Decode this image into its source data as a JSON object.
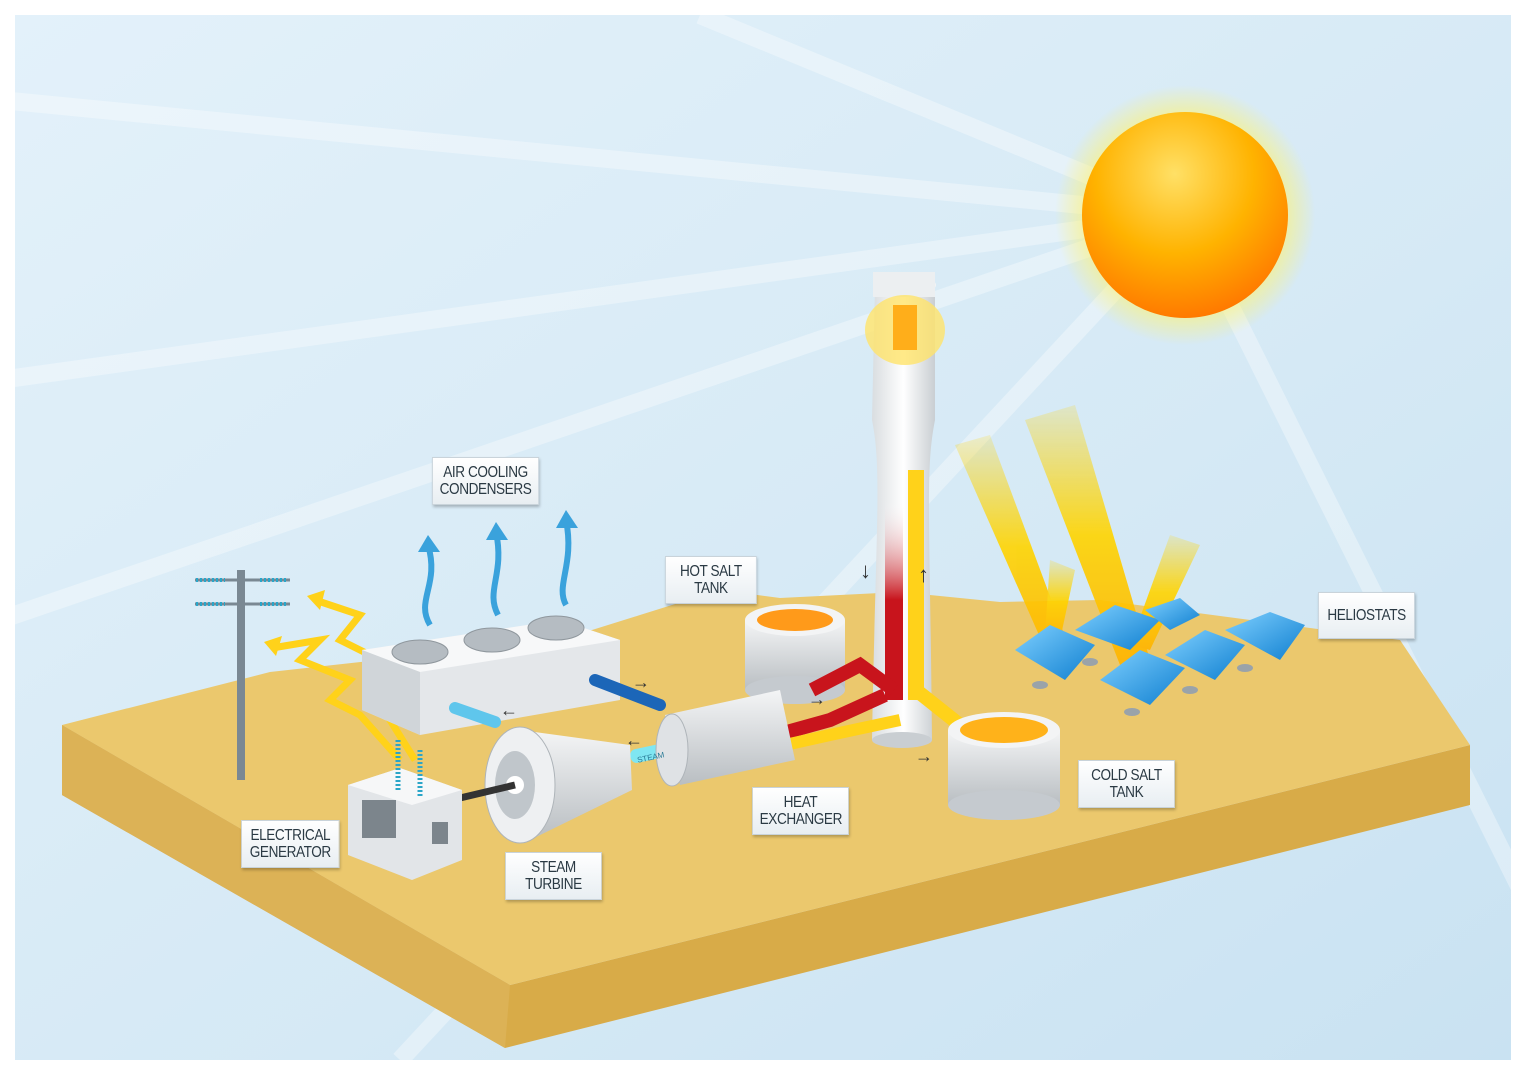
{
  "title": "Concentrated solar power tower plant with molten salt storage",
  "labels": {
    "air_cooling": [
      "AIR COOLING",
      "CONDENSERS"
    ],
    "hot_salt": [
      "HOT SALT",
      "TANK"
    ],
    "heliostats": [
      "HELIOSTATS"
    ],
    "cold_salt": [
      "COLD SALT",
      "TANK"
    ],
    "heat_exchanger": [
      "HEAT",
      "EXCHANGER"
    ],
    "steam_turbine": [
      "STEAM",
      "TURBINE"
    ],
    "electrical_generator": [
      "ELECTRICAL",
      "GENERATOR"
    ]
  },
  "pipe_label": "STEAM",
  "colors": {
    "sky": "#dcedf7",
    "sand": "#e8c56a",
    "sand_side": "#d9ae4c",
    "hot": "#c8141c",
    "cold": "#ffd21a",
    "cool_water": "#1c66b8",
    "sun": "#ffb000"
  }
}
